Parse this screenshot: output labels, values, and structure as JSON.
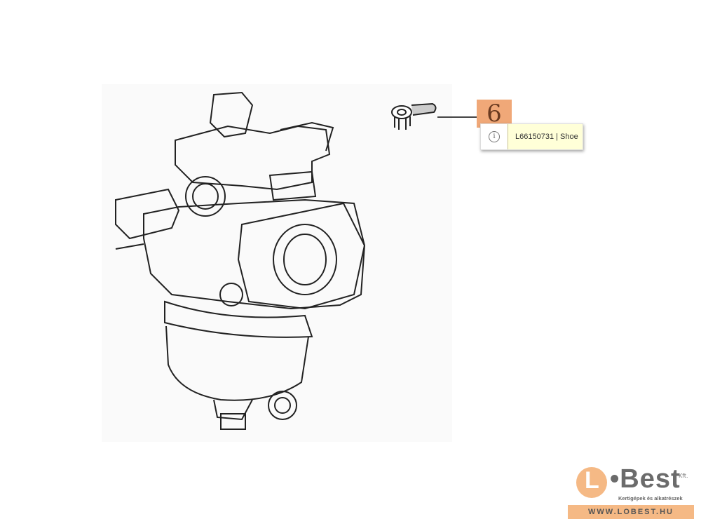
{
  "callout": {
    "number": "6"
  },
  "tooltip": {
    "icon": "info-icon",
    "icon_glyph": "i",
    "text": "L66150731 | Shoe"
  },
  "logo": {
    "letter": "L",
    "name": "•Best",
    "kft": "Kft.",
    "tagline": "Kertigépek és alkatrészek",
    "url": "WWW.LOBEST.HU",
    "brand_color": "#f5b985"
  }
}
